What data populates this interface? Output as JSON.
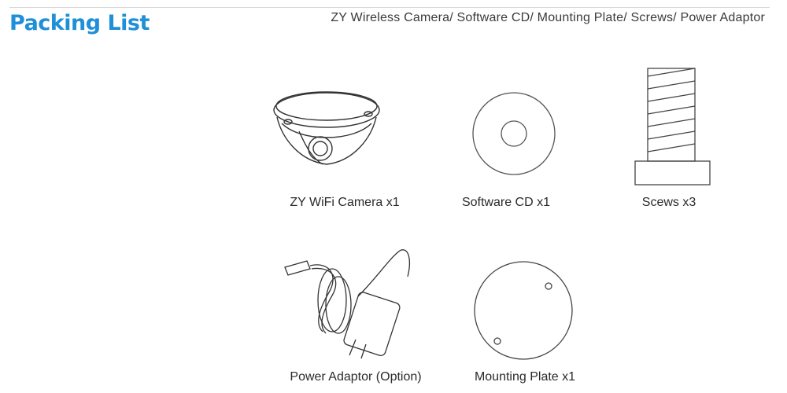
{
  "header": {
    "title": "Packing List",
    "contents_line": "ZY Wireless Camera/ Software CD/ Mounting Plate/ Screws/ Power Adaptor",
    "title_color": "#1f8fd8"
  },
  "items": [
    {
      "label": "ZY WiFi Camera x1",
      "icon": "dome-camera-icon"
    },
    {
      "label": "Software CD x1",
      "icon": "cd-disc-icon"
    },
    {
      "label": "Scews x3",
      "icon": "screw-icon"
    },
    {
      "label": "Power Adaptor (Option)",
      "icon": "power-adaptor-icon"
    },
    {
      "label": "Mounting Plate x1",
      "icon": "mounting-plate-icon"
    }
  ]
}
